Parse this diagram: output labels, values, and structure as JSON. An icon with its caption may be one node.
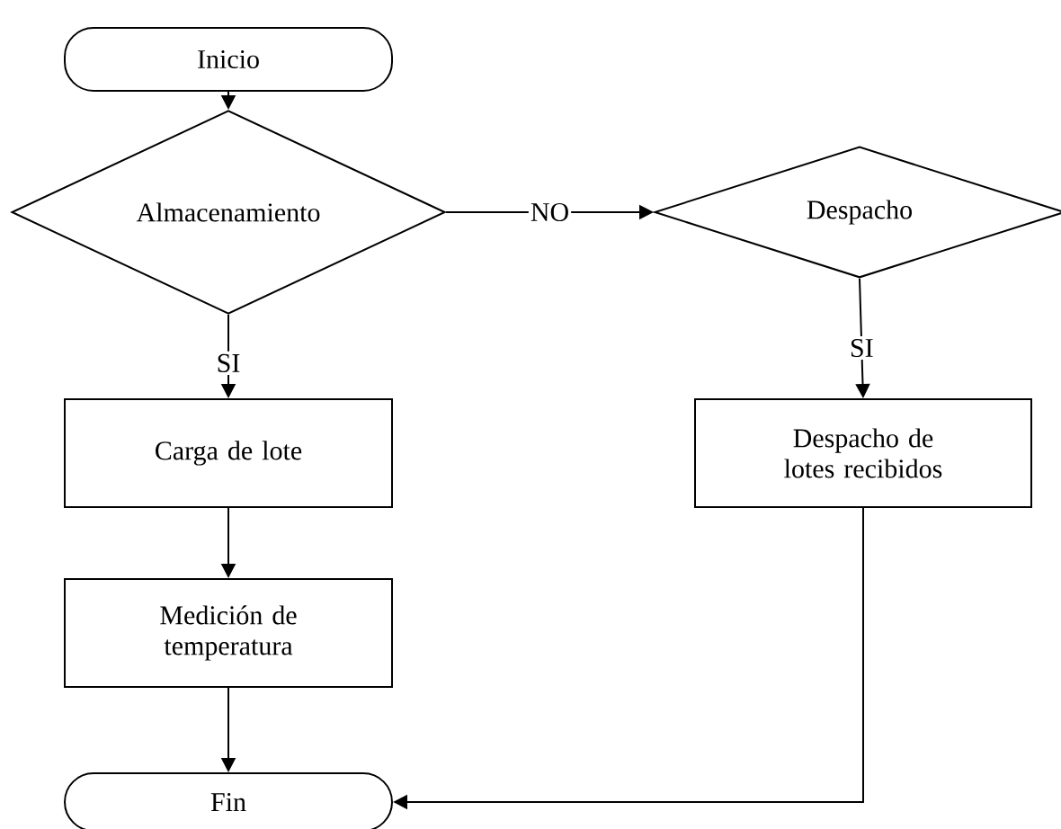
{
  "diagram": {
    "nodes": [
      {
        "text": [
          "Inicio"
        ]
      },
      {
        "text": [
          "Almacenamiento"
        ]
      },
      {
        "text": [
          "Despacho"
        ]
      },
      {
        "text": [
          "Carga de lote"
        ]
      },
      {
        "text": [
          "Medición de temperatura"
        ]
      },
      {
        "text": [
          "Despacho de lotes recibidos"
        ]
      },
      {
        "text": [
          "Fin"
        ]
      }
    ],
    "edges": [
      {
        "from": 0,
        "to": 1,
        "arrow": "to"
      },
      {
        "from": 1,
        "to": 2,
        "arrow": "to",
        "label": "NO"
      },
      {
        "from": 1,
        "to": 3,
        "arrow": "to",
        "label": "SI"
      },
      {
        "from": 2,
        "to": 5,
        "arrow": "to",
        "label": "SI"
      },
      {
        "from": 3,
        "to": 4,
        "arrow": "to"
      },
      {
        "from": 4,
        "to": 6,
        "arrow": "to"
      },
      {
        "from": 5,
        "to": 6,
        "arrow": "to"
      }
    ]
  }
}
